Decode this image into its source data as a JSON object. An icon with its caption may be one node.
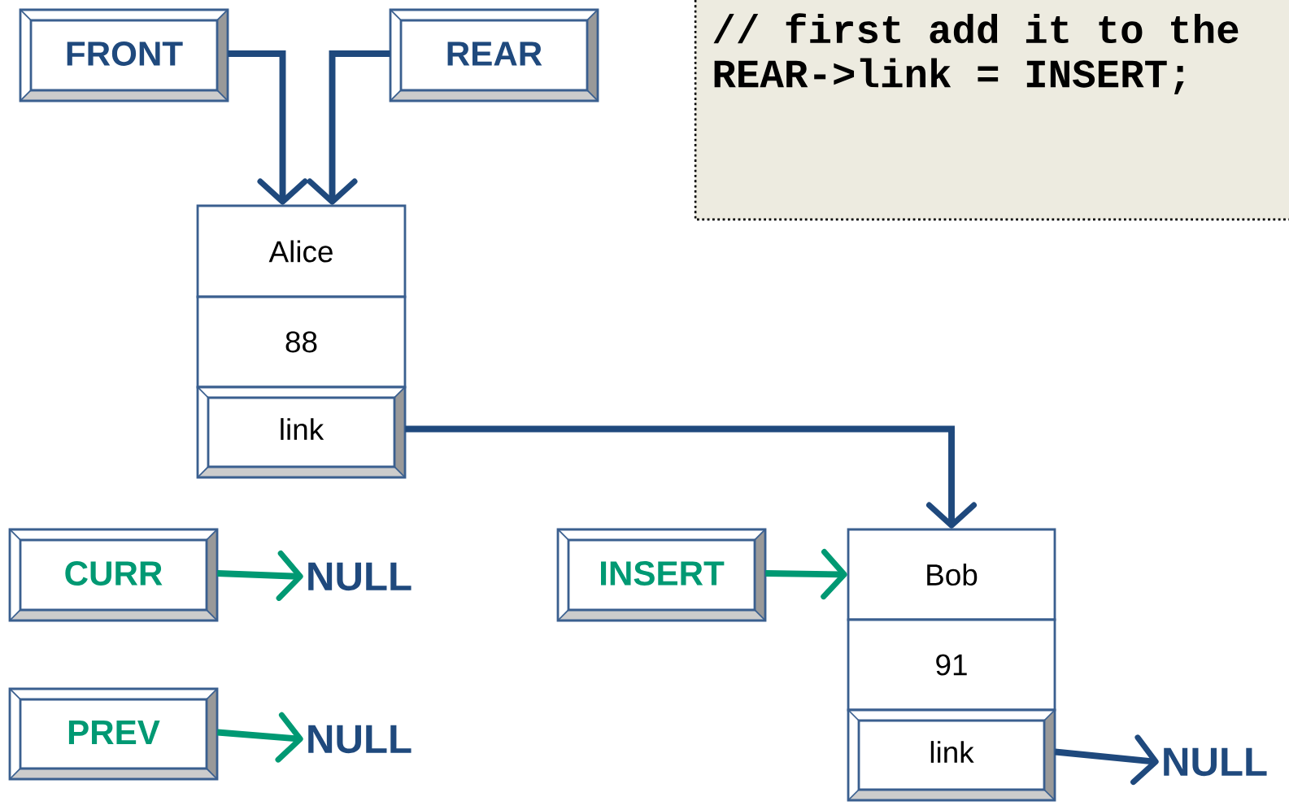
{
  "diagram": {
    "nodes": [
      {
        "text": [
          "FRONT"
        ]
      },
      {
        "text": [
          "REAR"
        ]
      },
      {
        "text": [
          "Alice"
        ]
      },
      {
        "text": [
          "88"
        ]
      },
      {
        "text": [
          "link"
        ]
      },
      {
        "text": [
          "CURR"
        ]
      },
      {
        "text": [
          "NULL"
        ]
      },
      {
        "text": [
          "INSERT"
        ]
      },
      {
        "text": [
          "Bob"
        ]
      },
      {
        "text": [
          "91"
        ]
      },
      {
        "text": [
          "link"
        ]
      },
      {
        "text": [
          "PREV"
        ]
      },
      {
        "text": [
          "NULL"
        ]
      },
      {
        "text": [
          "NULL"
        ]
      },
      {
        "text": [
          "// first add it to the",
          "REAR->link = INSERT;"
        ]
      }
    ],
    "edges": [
      {
        "from": 0,
        "to": 2,
        "arrow": "to"
      },
      {
        "from": 1,
        "to": 2,
        "arrow": "to"
      },
      {
        "from": 4,
        "to": 8,
        "arrow": "to"
      },
      {
        "from": 5,
        "to": 6,
        "arrow": "to",
        "color": "#009973"
      },
      {
        "from": 7,
        "to": 8,
        "arrow": "to",
        "color": "#009973"
      },
      {
        "from": 11,
        "to": 12,
        "arrow": "to",
        "color": "#009973"
      },
      {
        "from": 10,
        "to": 13,
        "arrow": "to"
      }
    ]
  }
}
